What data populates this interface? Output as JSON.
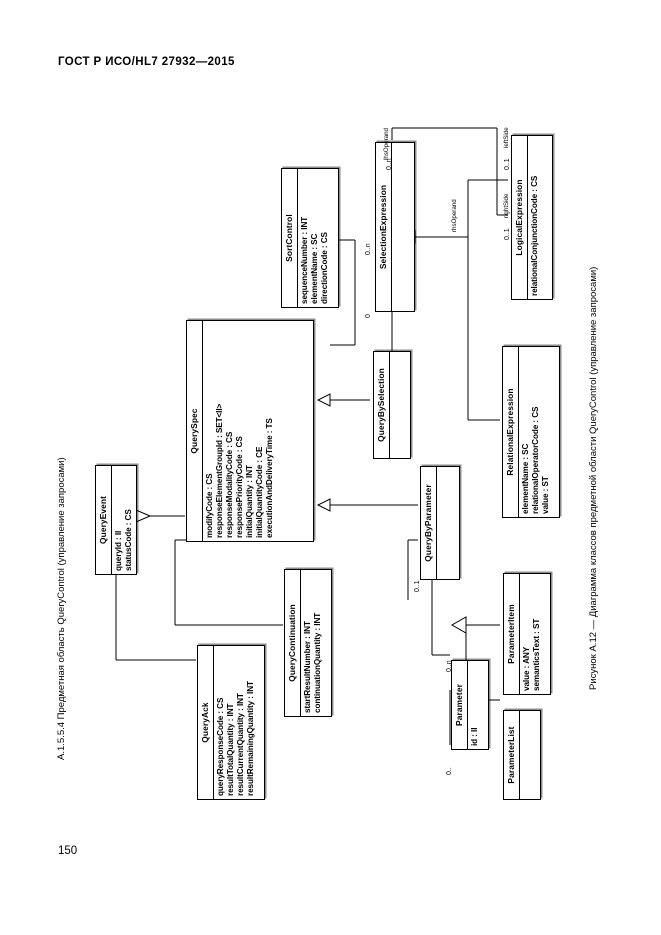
{
  "page": {
    "header": "ГОСТ Р ИСО/HL7 27932—2015",
    "number": "150",
    "section_caption": "А.1.5.5.4 Предметная область QueryControl (управление запросами)",
    "figure_caption": "Рисунок А.12 — Диаграмма классов предметной области QueryControl (управление запросами)"
  },
  "diagram": {
    "type": "uml-class-diagram",
    "classes": [
      {
        "id": "query-event",
        "name": "QueryEvent",
        "attributes": [
          "queryId : II",
          "statusCode : CS"
        ]
      },
      {
        "id": "query-spec",
        "name": "QuerySpec",
        "attributes": [
          "modifyCode : CS",
          "responseElementGroupId : SET<II>",
          "responseModalityCode : CS",
          "responsePriorityCode : CS",
          "initialQuantity : INT",
          "initialQuantityCode : CE",
          "executionAndDeliveryTime : TS"
        ]
      },
      {
        "id": "sort-control",
        "name": "SortControl",
        "attributes": [
          "sequenceNumber : INT",
          "elementName : SC",
          "directionCode : CS"
        ]
      },
      {
        "id": "selection-expression",
        "name": "SelectionExpression",
        "attributes": []
      },
      {
        "id": "logical-expression",
        "name": "LogicalExpression",
        "attributes": [
          "relationalConjunctionCode : CS"
        ]
      },
      {
        "id": "relational-expression",
        "name": "RelationalExpression",
        "attributes": [
          "elementName : SC",
          "relationalOperatorCode : CS",
          "value : ST"
        ]
      },
      {
        "id": "query-by-selection",
        "name": "QueryBySelection",
        "attributes": []
      },
      {
        "id": "query-by-parameter",
        "name": "QueryByParameter",
        "attributes": []
      },
      {
        "id": "query-ack",
        "name": "QueryAck",
        "attributes": [
          "queryResponseCode : CS",
          "resultTotalQuantity : INT",
          "resultCurrentQuantity : INT",
          "resultRemainingQuantity : INT"
        ]
      },
      {
        "id": "query-continuation",
        "name": "QueryContinuation",
        "attributes": [
          "startResultNumber : INT",
          "continuationQuantity : INT"
        ]
      },
      {
        "id": "parameter",
        "name": "Parameter",
        "attributes": [
          "id : II"
        ]
      },
      {
        "id": "parameter-item",
        "name": "ParameterItem",
        "attributes": [
          "value : ANY",
          "semanticsText : ST"
        ]
      },
      {
        "id": "parameter-list",
        "name": "ParameterList",
        "attributes": []
      }
    ],
    "multiplicities": [
      {
        "id": "m-sort-0n",
        "label": "0..n"
      },
      {
        "id": "m-sel-0n",
        "label": "0..n"
      },
      {
        "id": "m-lhs-01",
        "label": "0..1"
      },
      {
        "id": "m-rhs-01",
        "label": "0..1"
      },
      {
        "id": "m-qbs-0",
        "label": "0"
      },
      {
        "id": "m-qbp-01",
        "label": "0..1"
      },
      {
        "id": "m-param-0n",
        "label": "0..n"
      },
      {
        "id": "m-param-0",
        "label": "0.."
      }
    ],
    "roles": [
      {
        "id": "r-lhs",
        "label": "lhsOperand"
      },
      {
        "id": "r-rhs",
        "label": "rhsOperand"
      },
      {
        "id": "r-left",
        "label": "leftSide"
      },
      {
        "id": "r-right",
        "label": "rightSide"
      }
    ]
  }
}
